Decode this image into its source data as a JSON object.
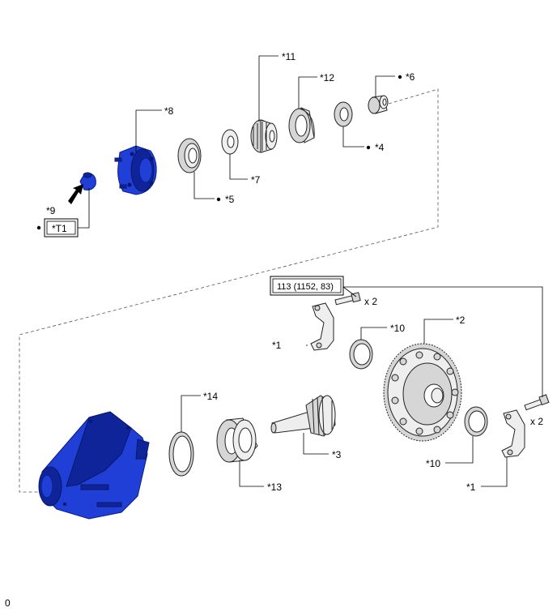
{
  "callouts": {
    "c1a": "*1",
    "c1b": "*1",
    "c2": "*2",
    "c3": "*3",
    "c4": "*4",
    "c5": "*5",
    "c6": "*6",
    "c7": "*7",
    "c8": "*8",
    "c9": "*9",
    "c10a": "*10",
    "c10b": "*10",
    "c11": "*11",
    "c12": "*12",
    "c13": "*13",
    "c14": "*14"
  },
  "tool_box": "*T1",
  "torque_box": "113 (1152, 83)",
  "qty_a": "x 2",
  "qty_b": "x 2",
  "footer_code": "0",
  "colors": {
    "housing_blue": "#1f3fd6",
    "housing_blue_dark": "#0f2499",
    "part_line": "#222222"
  }
}
